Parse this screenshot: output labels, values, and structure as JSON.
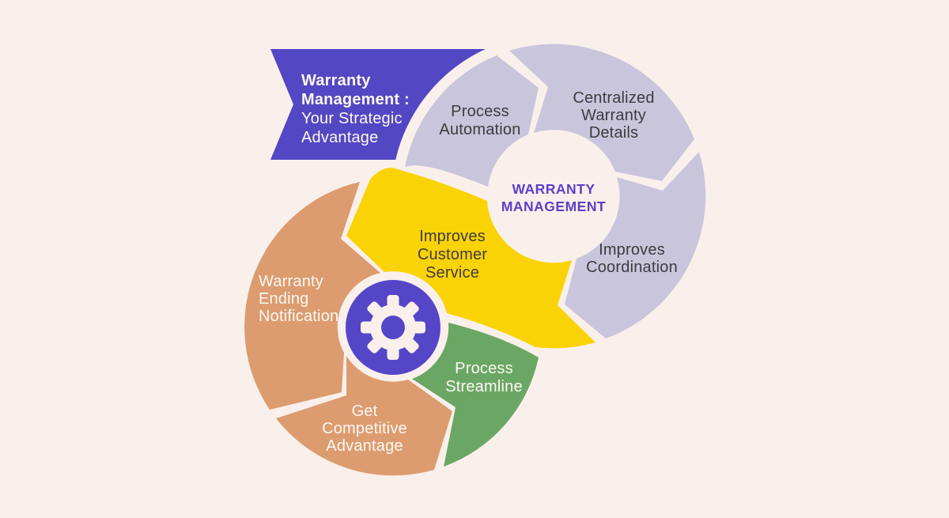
{
  "title": "Warranty Management : Your Strategic Advantage",
  "colors": {
    "background": "#FAF0EB",
    "banner_purple": "#5347C3",
    "lavender": "#C9C5DC",
    "yellow": "#FAD306",
    "orange": "#DC9C6F",
    "green": "#6BA764",
    "hub_purple": "#5546C8",
    "center_title_purple": "#5B40C8",
    "dark_text": "#3E3B40",
    "light_text": "#FDF8F3"
  },
  "banner": {
    "line1": "Warranty",
    "line2": "Management :",
    "line3": "Your Strategic",
    "line4": "Advantage"
  },
  "top_circle": {
    "center_label": {
      "line1": "WARRANTY",
      "line2": "MANAGEMENT"
    },
    "process_automation": {
      "line1": "Process",
      "line2": "Automation"
    },
    "centralized_warranty_details": {
      "line1": "Centralized",
      "line2": "Warranty",
      "line3": "Details"
    },
    "improves_coordination": {
      "line1": "Improves",
      "line2": "Coordination"
    }
  },
  "flow_band": {
    "improves_customer_service": {
      "line1": "Improves",
      "line2": "Customer",
      "line3": "Service"
    }
  },
  "bottom_circle": {
    "warranty_ending_notification": {
      "line1": "Warranty",
      "line2": "Ending",
      "line3": "Notification"
    },
    "get_competitive_advantage": {
      "line1": "Get",
      "line2": "Competitive",
      "line3": "Advantage"
    },
    "process_streamline": {
      "line1": "Process",
      "line2": "Streamline"
    },
    "hub_icon": "gear-icon"
  }
}
